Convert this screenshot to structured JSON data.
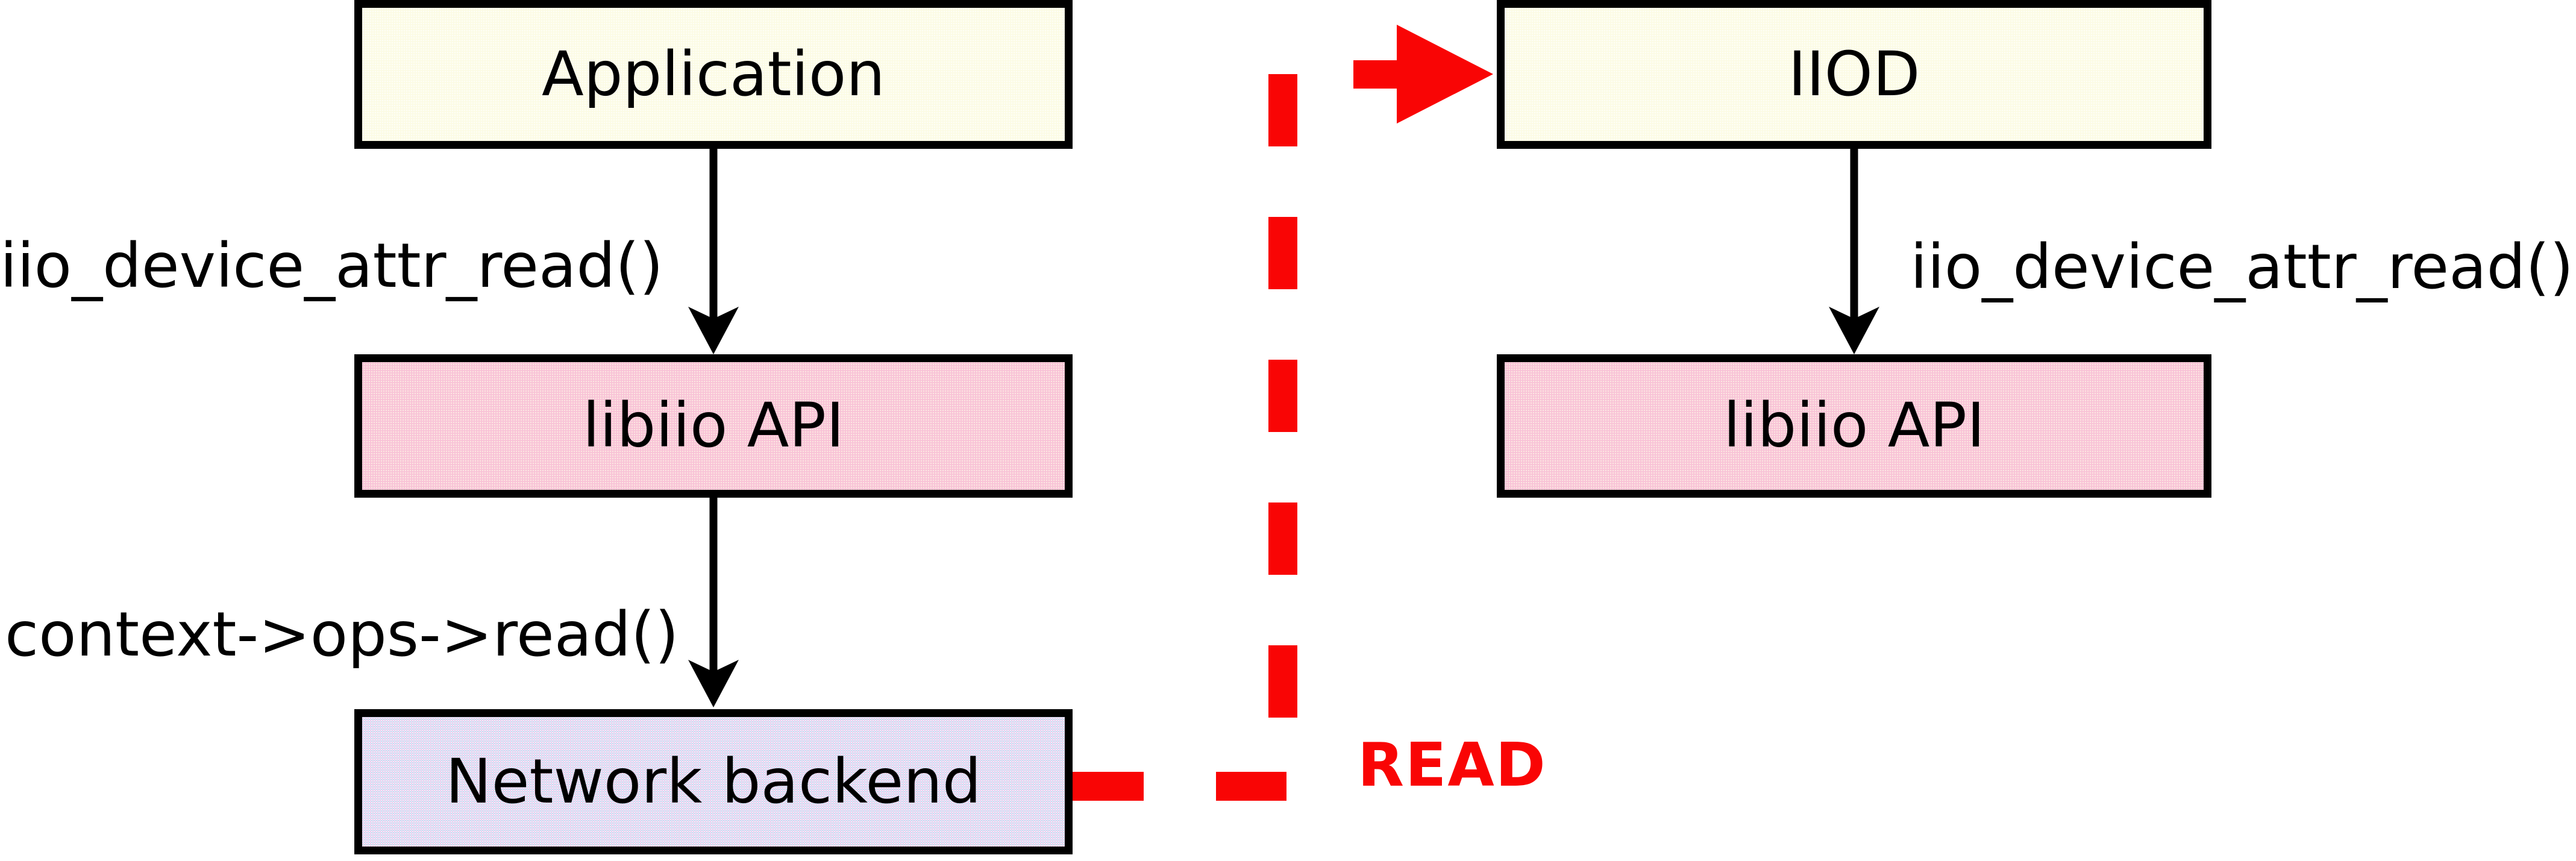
{
  "colors": {
    "accent_red": "#F90505",
    "line_black": "#000000",
    "box_yellow": "#FCFBE4",
    "box_pink": "#F9CAD2",
    "box_lavender": "#E7E5F3",
    "text_black": "#000000"
  },
  "flows": {
    "left": {
      "boxes": {
        "application": "Application",
        "libiio_api": "libiio API",
        "network_backend": "Network backend"
      },
      "call_labels": {
        "app_to_libiio": "iio_device_attr_read()",
        "libiio_to_backend": "context->ops->read()"
      }
    },
    "right": {
      "boxes": {
        "iiod": "IIOD",
        "libiio_api": "libiio API"
      },
      "call_labels": {
        "iiod_to_libiio": "iio_device_attr_read()"
      }
    },
    "network_link": {
      "label": "READ"
    }
  }
}
